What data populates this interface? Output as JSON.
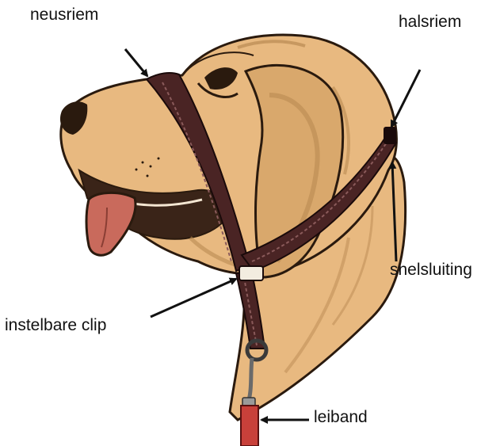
{
  "labels": {
    "neusriem": "neusriem",
    "halsriem": "halsriem",
    "snelsluiting": "snelsluiting",
    "instelbare_clip": "instelbare clip",
    "leiband": "leiband"
  },
  "colors": {
    "fur": "#e8b980",
    "fur_shadow": "#b98a52",
    "outline": "#2a1a0e",
    "strap": "#4a2424",
    "strap_stitch": "#8a5a5a",
    "tongue": "#c96a5c",
    "leash": "#c8403a",
    "arrow": "#111111"
  }
}
